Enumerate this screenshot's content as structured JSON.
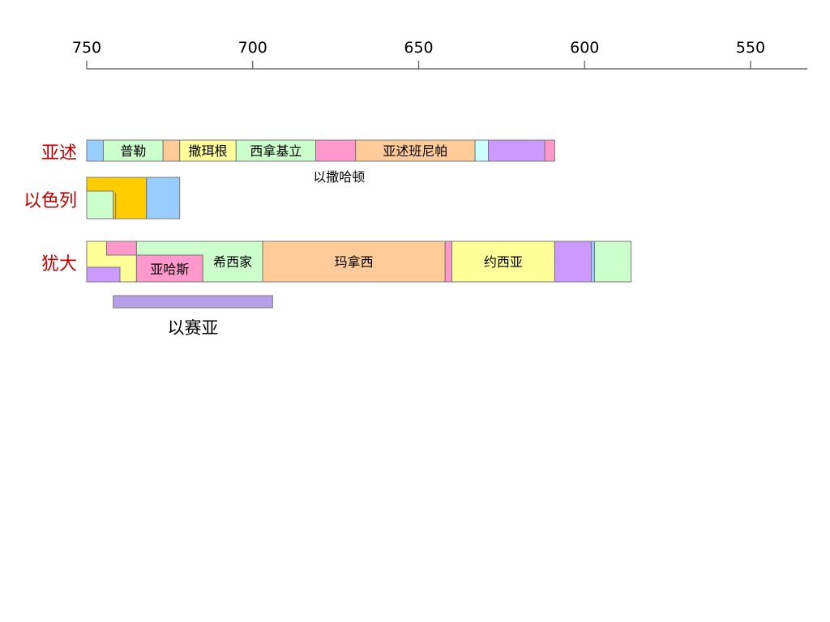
{
  "chart_data": {
    "type": "timeline",
    "x_axis": {
      "ticks": [
        "750",
        "700",
        "650",
        "600",
        "550"
      ],
      "tick_values": [
        750,
        700,
        650,
        600,
        550
      ],
      "direction": "descending",
      "range": [
        750,
        533
      ]
    },
    "rows": [
      {
        "label": "亚述",
        "segments": [
          {
            "label": "",
            "start": 750,
            "end": 745,
            "color": "#99ccff"
          },
          {
            "label": "普勒",
            "start": 745,
            "end": 727,
            "color": "#ccffcc"
          },
          {
            "label": "",
            "start": 727,
            "end": 722,
            "color": "#ffcc99"
          },
          {
            "label": "撒珥根",
            "start": 722,
            "end": 705,
            "color": "#ffff99"
          },
          {
            "label": "西拿基立",
            "start": 705,
            "end": 681,
            "color": "#ccffcc"
          },
          {
            "label": "",
            "start": 681,
            "end": 669,
            "color": "#ff99cc"
          },
          {
            "label": "亚述班尼帕",
            "start": 669,
            "end": 633,
            "color": "#ffcc99"
          },
          {
            "label": "",
            "start": 633,
            "end": 629,
            "color": "#ccffff"
          },
          {
            "label": "",
            "start": 629,
            "end": 612,
            "color": "#cc99ff"
          },
          {
            "label": "",
            "start": 612,
            "end": 609,
            "color": "#ff99cc"
          }
        ],
        "note": "以撒哈顿",
        "note_at": 674
      },
      {
        "label": "以色列",
        "segments": [
          {
            "label": "",
            "start": 750,
            "end": 742,
            "color": "#ccffcc",
            "lane": "lower"
          },
          {
            "label": "",
            "start": 750,
            "end": 732,
            "color": "#ffcc00",
            "shape": "step"
          },
          {
            "label": "",
            "start": 732,
            "end": 722,
            "color": "#99ccff"
          }
        ]
      },
      {
        "label": "犹大",
        "segments": [
          {
            "label": "",
            "start": 750,
            "end": 740,
            "color": "#ffff99",
            "shape": "step-top"
          },
          {
            "label": "",
            "start": 750,
            "end": 740,
            "color": "#cc99ff",
            "lane": "lower"
          },
          {
            "label": "",
            "start": 744,
            "end": 735,
            "color": "#ff99cc"
          },
          {
            "label": "亚哈斯",
            "start": 735,
            "end": 715,
            "color": "#ff99cc"
          },
          {
            "label": "希西家",
            "start": 715,
            "end": 697,
            "color": "#ccffcc"
          },
          {
            "label": "玛拿西",
            "start": 697,
            "end": 642,
            "color": "#ffcc99"
          },
          {
            "label": "",
            "start": 642,
            "end": 640,
            "color": "#ff99cc"
          },
          {
            "label": "约西亚",
            "start": 640,
            "end": 609,
            "color": "#ffff99"
          },
          {
            "label": "",
            "start": 609,
            "end": 598,
            "color": "#cc99ff"
          },
          {
            "label": "",
            "start": 598,
            "end": 597,
            "color": "#99ccff"
          },
          {
            "label": "",
            "start": 597,
            "end": 586,
            "color": "#ccffcc"
          }
        ]
      }
    ],
    "prophet_bar": {
      "label": "以赛亚",
      "start": 742,
      "end": 694,
      "color": "#b8a0e8"
    }
  }
}
